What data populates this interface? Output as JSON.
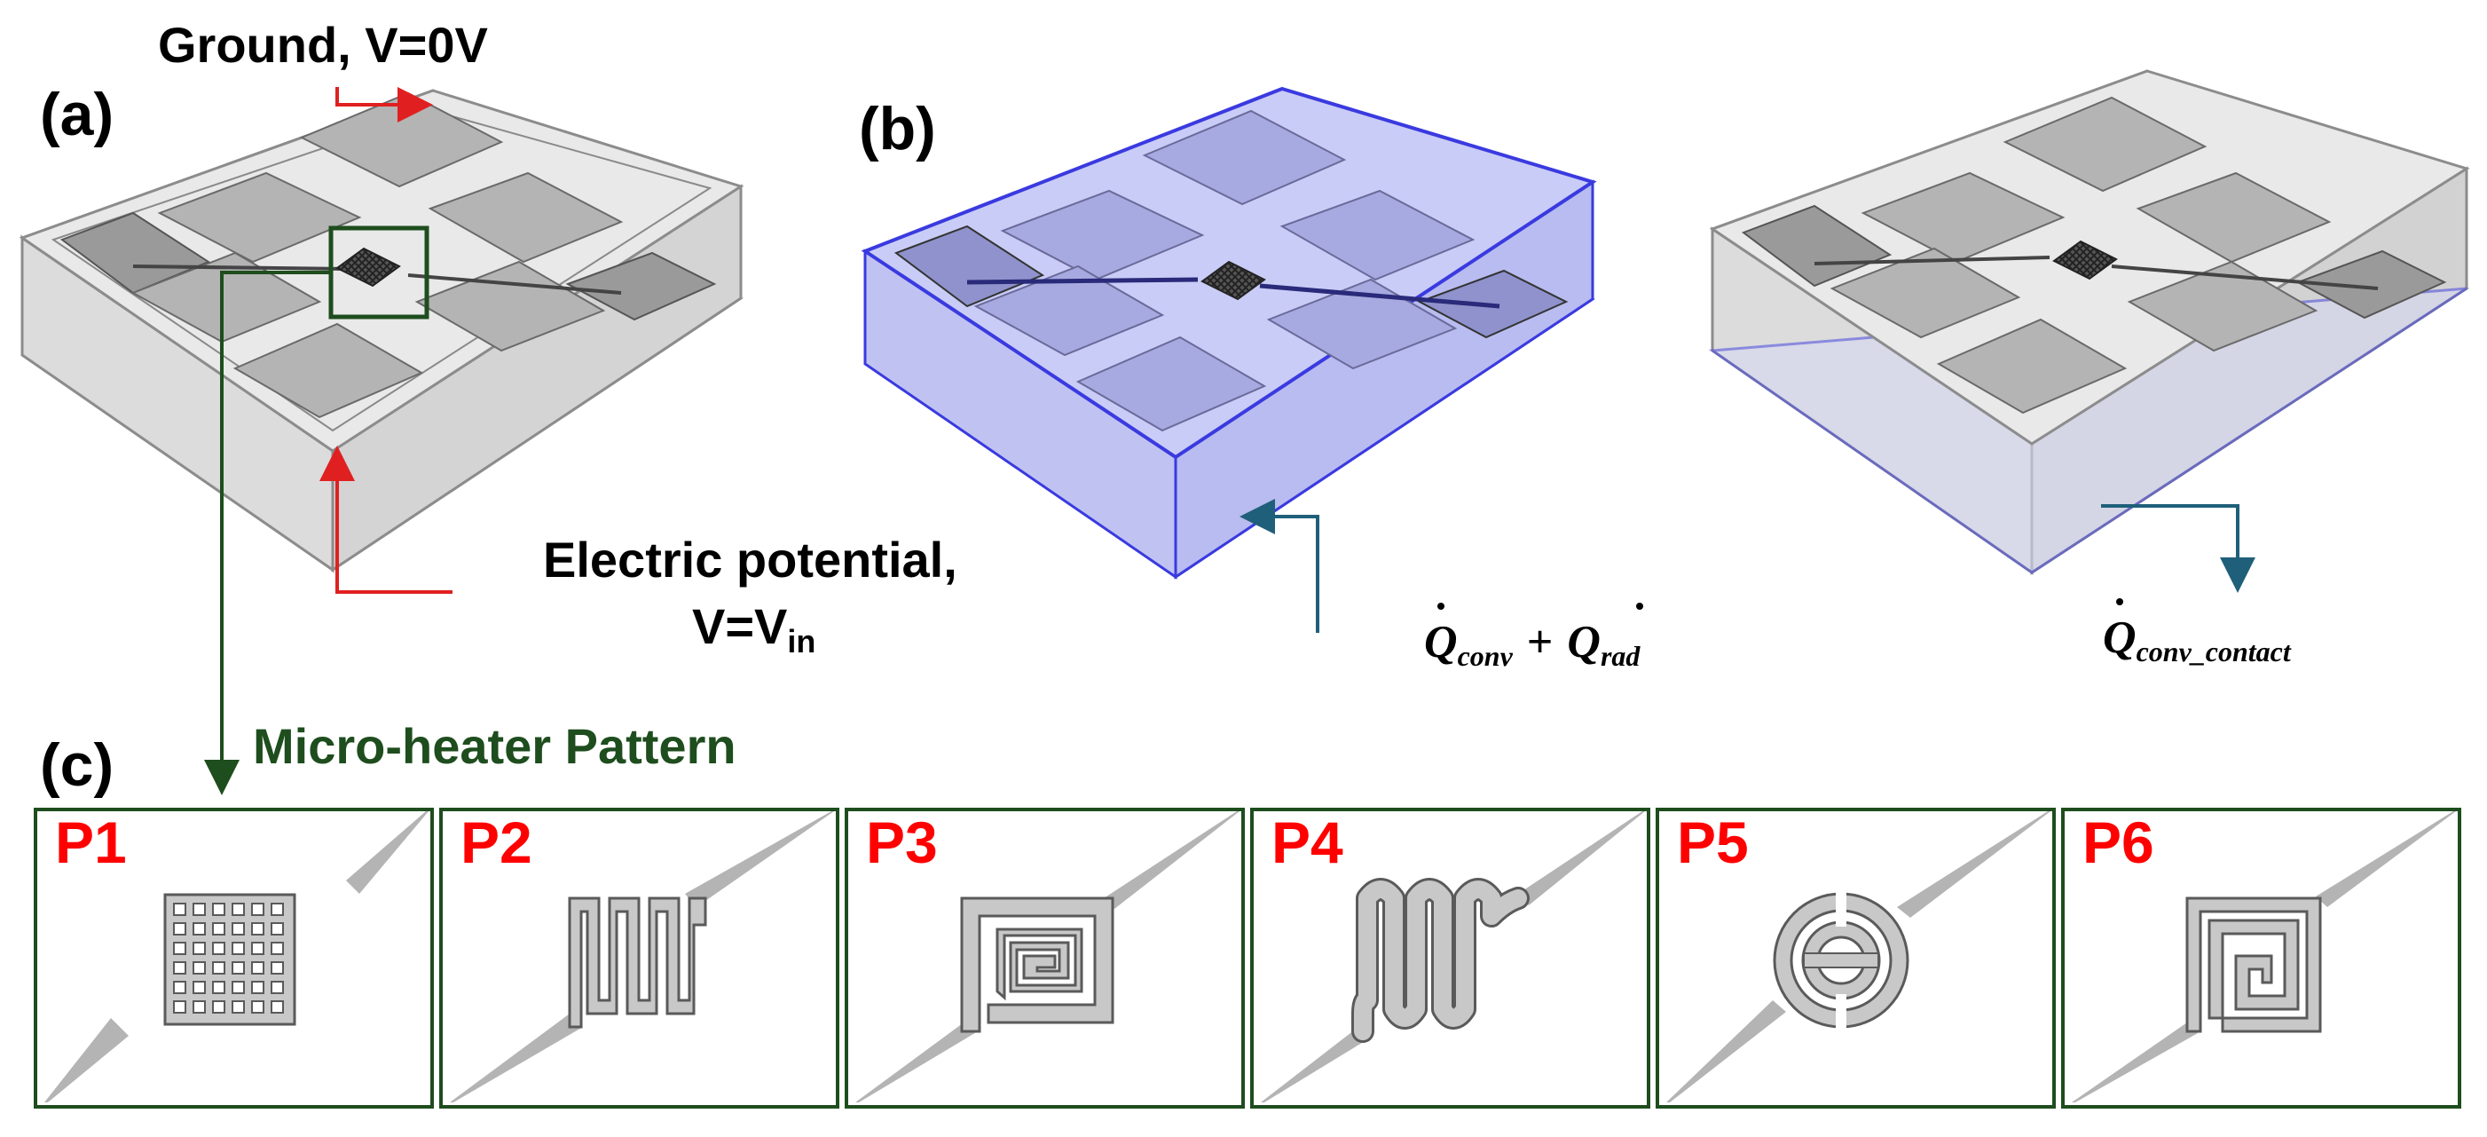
{
  "panel_a": {
    "letter": "(a)",
    "ground_label": "Ground, V=0V",
    "potential_line1": "Electric potential,",
    "potential_line2_main": "V=V",
    "potential_line2_sub": "in"
  },
  "panel_b": {
    "letter": "(b)",
    "q_conv": "Q",
    "q_conv_sub": "conv",
    "plus": "+",
    "q_rad": "Q",
    "q_rad_sub": "rad",
    "q_contact": "Q",
    "q_contact_sub": "conv_contact"
  },
  "panel_c": {
    "letter": "(c)",
    "title": "Micro-heater Pattern",
    "patterns": [
      {
        "code": "P1",
        "shape": "grid"
      },
      {
        "code": "P2",
        "shape": "serpentine-square"
      },
      {
        "code": "P3",
        "shape": "double-spiral"
      },
      {
        "code": "P4",
        "shape": "serpentine-round"
      },
      {
        "code": "P5",
        "shape": "concentric-rings"
      },
      {
        "code": "P6",
        "shape": "square-spiral"
      }
    ]
  },
  "colors": {
    "accent_red": "#ff0000",
    "frame_green": "#1e4d1e",
    "heat_arrow": "#1f5f7a",
    "convection_surface": "#b4b8f0",
    "substrate_gray": "#d6d6d6"
  }
}
